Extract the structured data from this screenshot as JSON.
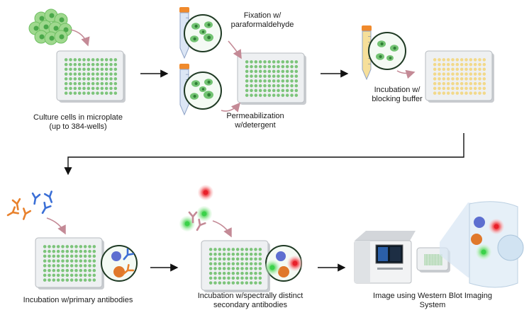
{
  "steps": {
    "culture": {
      "line1": "Culture cells in microplate",
      "line2": "(up to 384-wells)"
    },
    "fixation": {
      "line1": "Fixation w/",
      "line2": "paraformaldehyde"
    },
    "permeabilization": {
      "line1": "Permeabilization",
      "line2": "w/detergent"
    },
    "blocking": {
      "line1": "Incubation w/",
      "line2": "blocking buffer"
    },
    "primary": {
      "line1": "Incubation w/primary antibodies"
    },
    "secondary": {
      "line1": "Incubation w/spectrally distinct",
      "line2": "secondary antibodies"
    },
    "imaging": {
      "line1": "Image using Western Blot Imaging",
      "line2": "System"
    }
  },
  "icons": [
    "cell-cluster-icon",
    "microplate-icon",
    "conical-tube-icon",
    "magnified-cells-icon",
    "antibody-icon",
    "fluorescent-antibody-icon",
    "imaging-system-icon",
    "flow-arrow-icon"
  ],
  "colors": {
    "well_green": "#7cc47a",
    "well_yellow": "#f2d98a",
    "cell_green": "#5cb85c",
    "tube_orange": "#f08a2c",
    "fluor_red": "#e8202a",
    "fluor_green": "#3bd14a",
    "curved_arrow": "#c48a96",
    "antibody_blue": "#3b6fd6",
    "antibody_orange": "#e8812c"
  }
}
